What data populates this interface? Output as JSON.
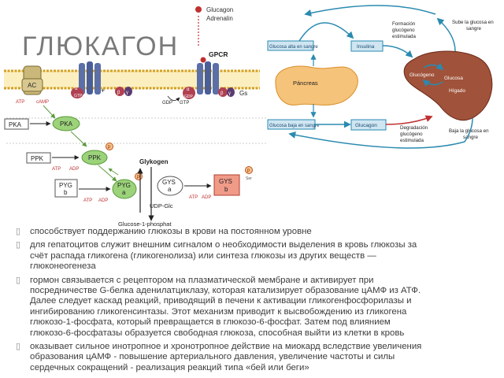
{
  "title": "ГЛЮКАГОН",
  "pathway": {
    "glucagon": "Glucagon",
    "adrenalin": "Adrenalin",
    "gpcr": "GPCR",
    "ac": "AC",
    "atp": "ATP",
    "camp": "cAMP",
    "alpha": "α",
    "gtp": "GTP",
    "gdp": "GDP",
    "beta": "β",
    "gamma": "γ",
    "gs": "Gs",
    "plus": "+",
    "pka": "PKA",
    "ppk": "PPK",
    "adp": "ADP",
    "p": "P",
    "pyg_b_1": "PYG",
    "pyg_b_2": "b",
    "pyg_a_1": "PYG",
    "pyg_a_2": "a",
    "glykogen": "Glykogen",
    "gys_a_1": "GYS",
    "gys_a_2": "a",
    "gys_b_1": "GYS",
    "gys_b_2": "b",
    "ser": "Ser",
    "udp_glc": "UDP-Glc",
    "g1p": "Glucose-1-phosphat"
  },
  "homeostasis": {
    "glucosa_alta": "Glucosa alta en sangre",
    "insulina": "Insulina",
    "formacion_1": "Formación",
    "formacion_2": "glucógeno",
    "formacion_3": "estimulada",
    "sube_1": "Sube la glucosa en",
    "sube_2": "sangre",
    "pancreas": "Páncreas",
    "glucogeno": "Glucógeno",
    "glucosa": "Glucosa",
    "higado": "Hígado",
    "glucosa_baja": "Glucosa baja en sangre",
    "glucagon": "Glucagon",
    "degradacion_1": "Degradación",
    "degradacion_2": "glucógeno",
    "degradacion_3": "estimulada",
    "baja_1": "Baja la glucosa en",
    "baja_2": "sangre"
  },
  "bullets": [
    {
      "marker": "▯",
      "lines": [
        "способствует поддержанию глюкозы в крови на постоянном уровне"
      ]
    },
    {
      "marker": "▯",
      "lines": [
        "для гепатоцитов служит внешним сигналом о необходимости выделения в кровь глюкозы за",
        "счёт распада гликогена (гликогенолиза) или синтеза глюкозы из других веществ —",
        "глюконеогенеза"
      ]
    },
    {
      "marker": "▯",
      "lines": [
        "гормон связывается с рецептором на плазматической мембране и активирует при",
        "посредничестве G-белка аденилатциклазу, которая катализирует образование цАМФ из АТФ.",
        "Далее следует каскад реакций, приводящий в печени к активации гликогенфосфорилазы и",
        "ингибированию гликогенсинтазы. Этот механизм приводит к высвобождению из гликогена",
        "глюкозо-1-фосфата, который превращается в глюкозо-6-фосфат. Затем под влиянием",
        "глюкозо-6-фосфатазы образуется свободная глюкоза, способная выйти из клетки в кровь"
      ]
    },
    {
      "marker": "▯",
      "lines": [
        "оказывает сильное инотропное и хронотропное действие на миокард вследствие увеличения",
        "образования цАМФ - повышение артериального давления, увеличение частоты и силы",
        "сердечных сокращений - реализация реакций типа «бей или беги»"
      ]
    }
  ],
  "colors": {
    "title": "#7a7a7a",
    "green": "#9bd27a",
    "green_dark": "#5b9a3b",
    "receptor": "#5b6fa8",
    "membrane": "#e8c040",
    "ac_box": "#d8c890",
    "red": "#c03030",
    "orange_p": "#e8944a",
    "liver": "#a0523a",
    "blue_arrow": "#2a8ab0",
    "text": "#3c3c3c"
  }
}
